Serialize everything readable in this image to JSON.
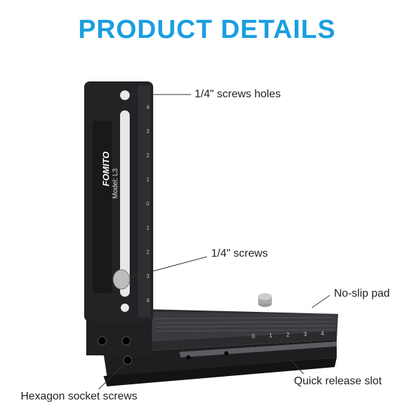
{
  "title": "PRODUCT DETAILS",
  "brand_logo": "FOMITO",
  "model": "Model: L3",
  "accent_color": "#1a9ee0",
  "callouts": {
    "screw_holes": "1/4\" screws holes",
    "screws": "1/4\" screws",
    "no_slip_pad": "No-slip pad",
    "quick_release_slot": "Quick release slot",
    "hex_screws": "Hexagon socket screws"
  },
  "vertical_scale": [
    "4",
    "3",
    "2",
    "1",
    "0",
    "1",
    "2",
    "3",
    "4"
  ],
  "horizontal_scale": [
    "0",
    "1",
    "2",
    "3",
    "4"
  ]
}
